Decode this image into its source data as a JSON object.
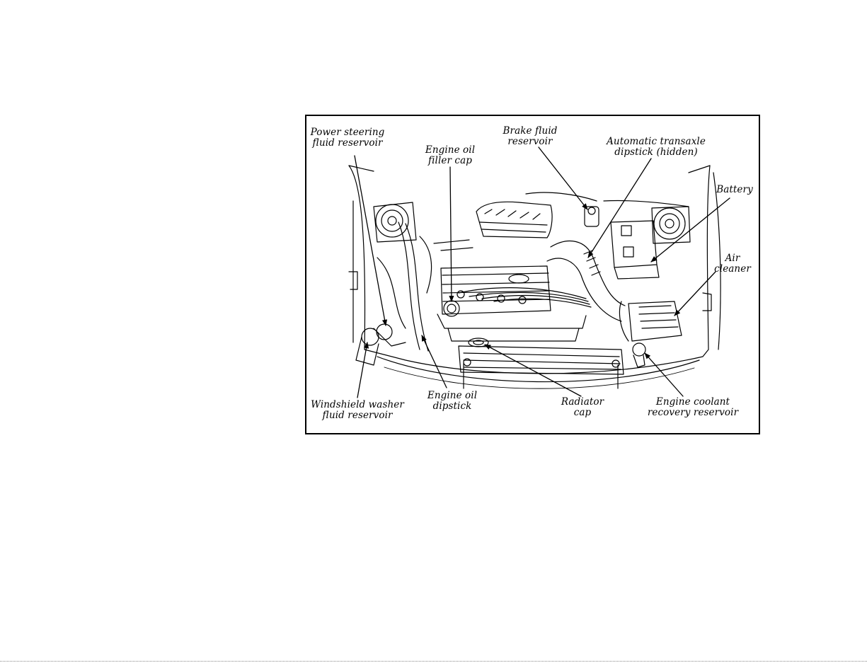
{
  "figure": {
    "labels": {
      "power_steering": [
        "Power steering",
        "fluid reservoir"
      ],
      "engine_oil_filler": [
        "Engine oil",
        "filler cap"
      ],
      "brake_fluid": [
        "Brake fluid",
        "reservoir"
      ],
      "transaxle_dipstick": [
        "Automatic transaxle",
        "dipstick  (hidden)"
      ],
      "battery": [
        "Battery"
      ],
      "air_cleaner": [
        "Air",
        "cleaner"
      ],
      "washer_fluid": [
        "Windshield washer",
        "fluid reservoir"
      ],
      "engine_oil_dipstick": [
        "Engine oil",
        "dipstick"
      ],
      "radiator_cap": [
        "Radiator",
        "cap"
      ],
      "coolant_recovery": [
        "Engine coolant",
        "recovery reservoir"
      ]
    },
    "colors": {
      "ink": "#000000",
      "paper": "#ffffff"
    }
  }
}
